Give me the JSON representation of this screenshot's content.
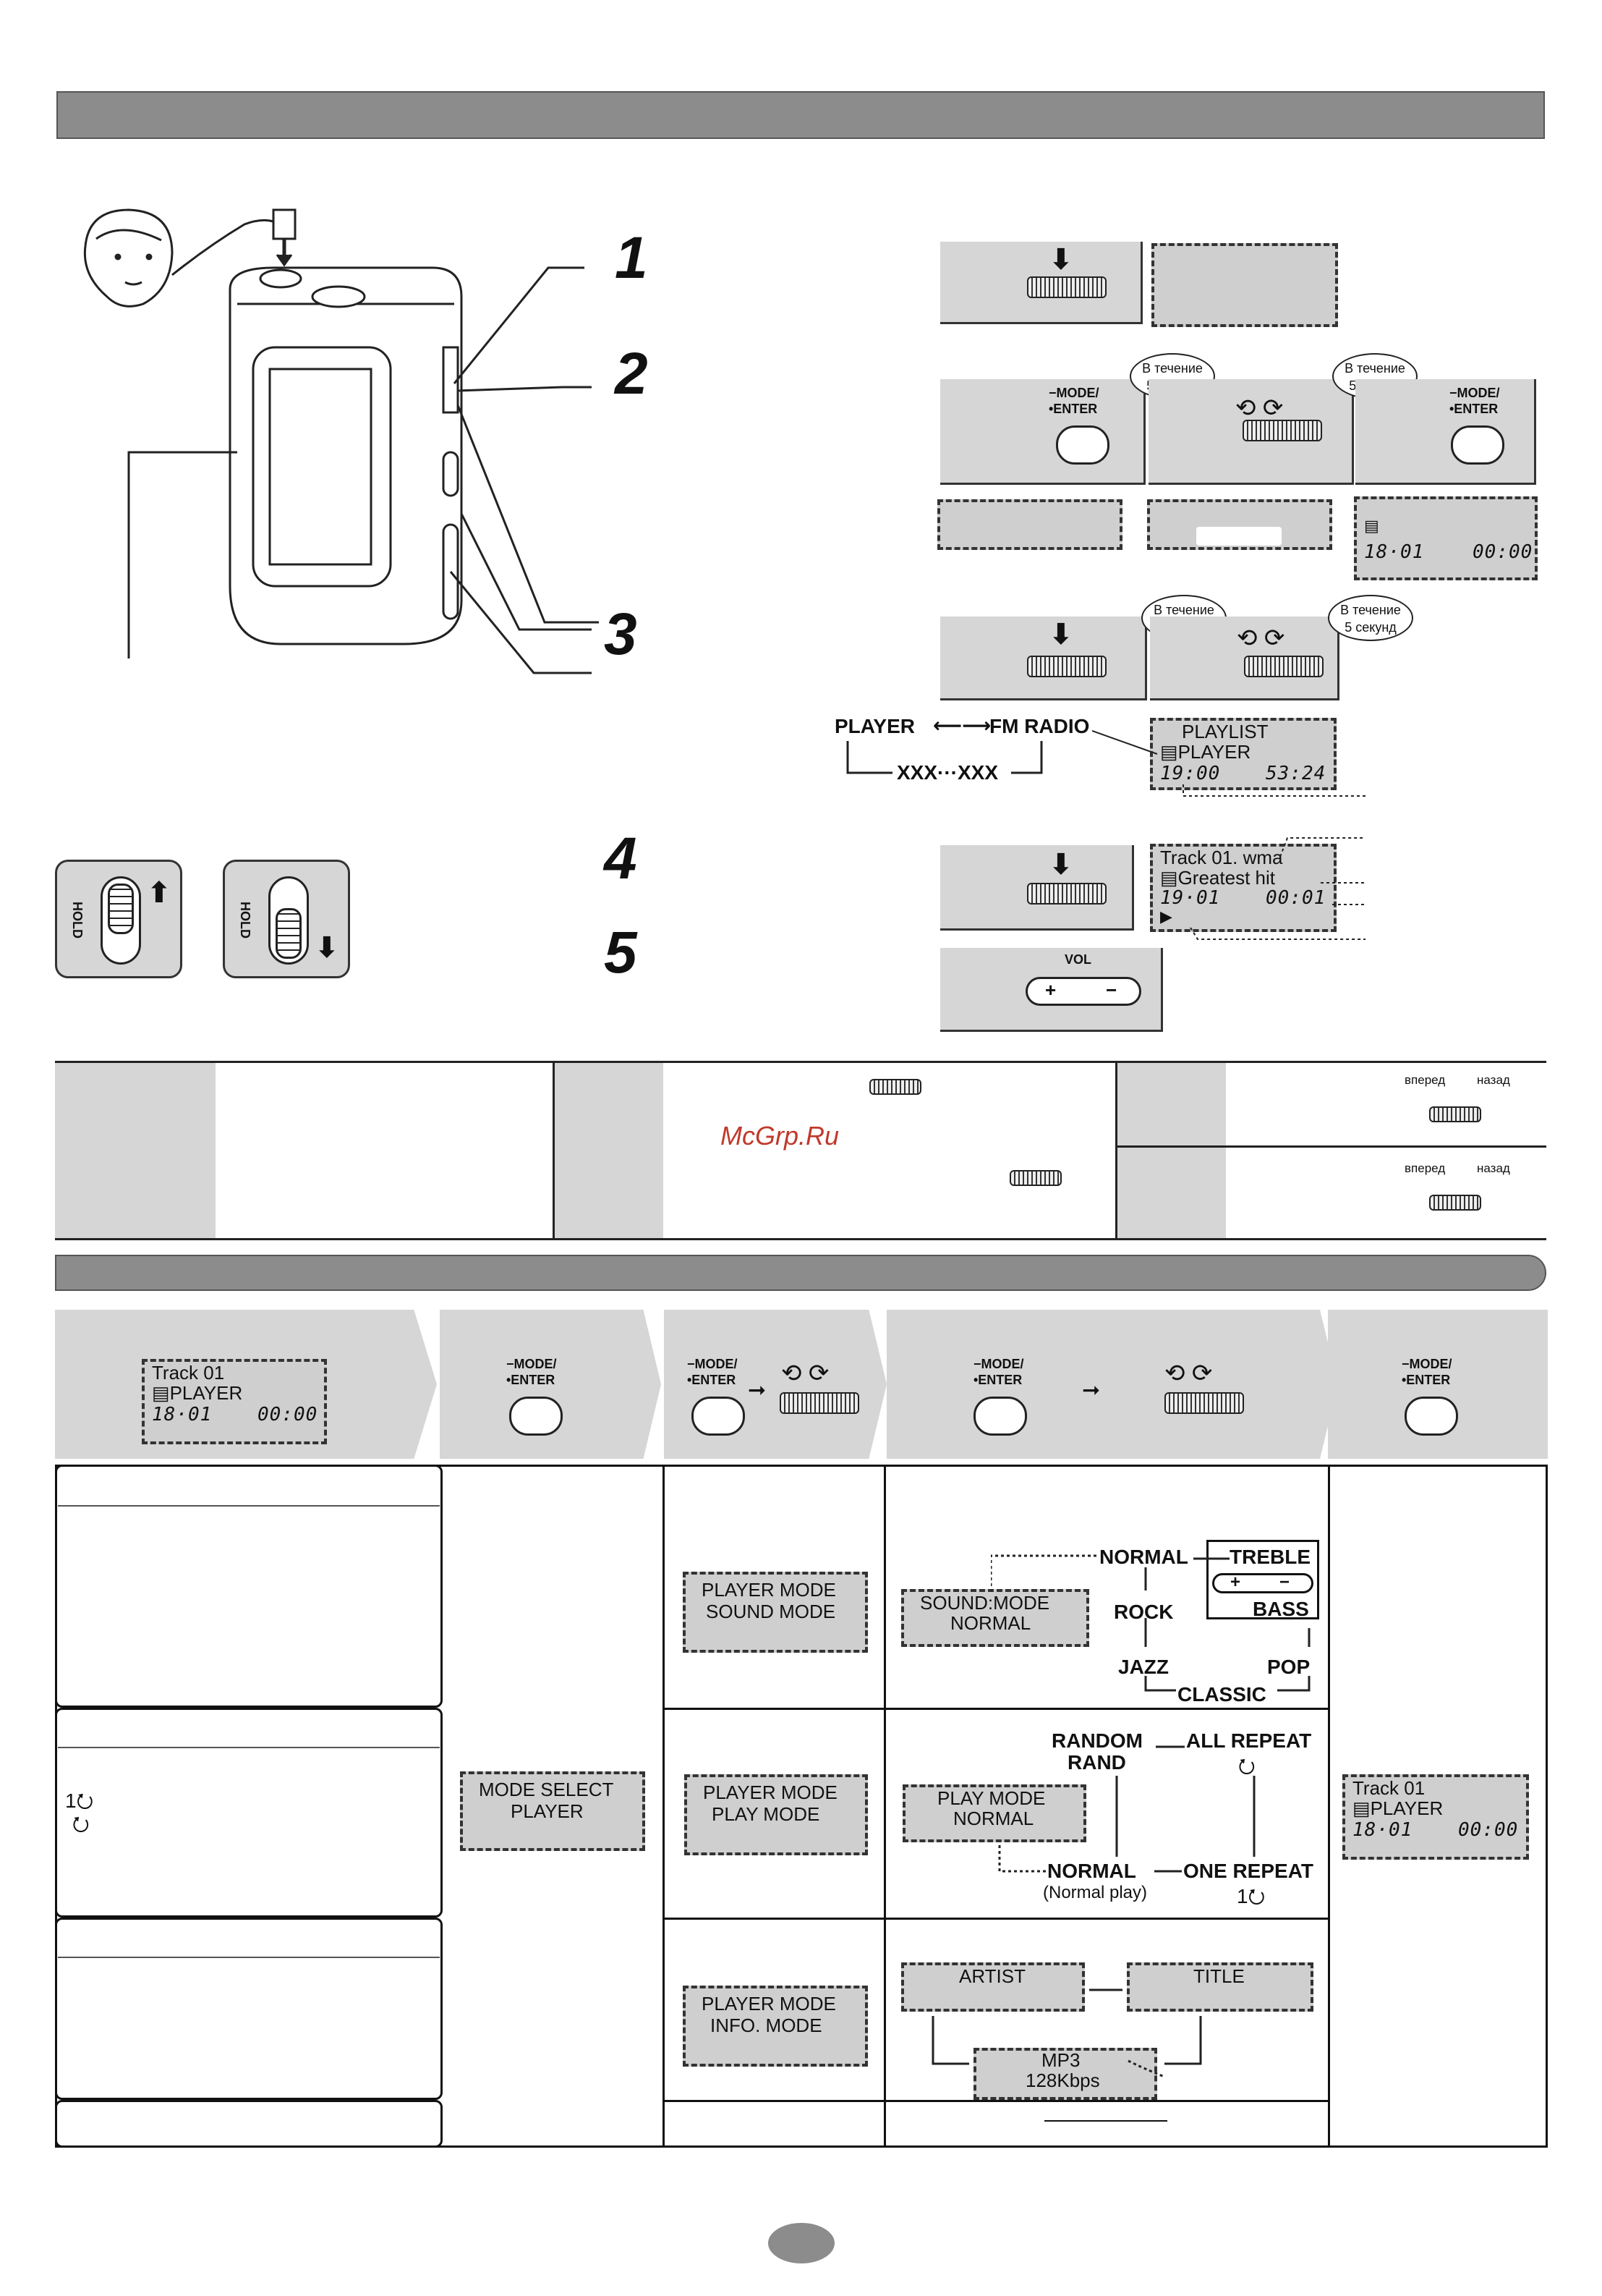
{
  "step_numbers": [
    "1",
    "2",
    "3",
    "4",
    "5"
  ],
  "bubbles": {
    "within_5s": [
      "В течение",
      "5 секунд"
    ]
  },
  "buttons": {
    "mode_enter": [
      "−MODE/",
      "•ENTER"
    ],
    "vol": "VOL",
    "vol_plus": "+",
    "vol_minus": "−"
  },
  "hold_label": "HOLD",
  "mode_cycle": {
    "player": "PLAYER",
    "fm_radio": "FM RADIO",
    "xxx": "XXX···XXX"
  },
  "displays": {
    "step_b3": {
      "time_left": "18·01",
      "time_right": "00:00"
    },
    "playlist": {
      "line1": "PLAYLIST",
      "line2": "PLAYER",
      "time_left": "19:00",
      "time_right": "53:24"
    },
    "track": {
      "line1": "Track 01. wma",
      "line2": "Greatest hit",
      "time_left": "19·01",
      "time_right": "00:01",
      "play": "▶"
    },
    "menu_start": {
      "line1": "Track 01",
      "line2": "PLAYER",
      "time_left": "18·01",
      "time_right": "00:00"
    },
    "mode_select": {
      "line1": "MODE  SELECT",
      "line2": "PLAYER"
    },
    "player_sound": {
      "line1": "PLAYER MODE",
      "line2": "SOUND MODE"
    },
    "player_play": {
      "line1": "PLAYER MODE",
      "line2": "PLAY MODE"
    },
    "player_info": {
      "line1": "PLAYER MODE",
      "line2": "INFO. MODE"
    },
    "sound_mode": {
      "line1": "SOUND:MODE",
      "line2": "NORMAL"
    },
    "play_mode": {
      "line1": "PLAY MODE",
      "line2": "NORMAL"
    },
    "artist": "ARTIST",
    "title": "TITLE",
    "mp3": {
      "line1": "MP3",
      "line2": "128Kbps"
    },
    "menu_end": {
      "line1": "Track 01",
      "line2": "PLAYER",
      "time_left": "18·01",
      "time_right": "00:00"
    }
  },
  "table_labels": {
    "forward": "вперед",
    "back": "назад",
    "watermark": "McGrp.Ru"
  },
  "sound_modes": {
    "normal": "NORMAL",
    "treble": "TREBLE",
    "bass": "BASS",
    "rock": "ROCK",
    "jazz": "JAZZ",
    "pop": "POP",
    "classic": "CLASSIC",
    "plus": "+",
    "minus": "−"
  },
  "play_modes": {
    "random": "RANDOM",
    "rand": "RAND",
    "all_repeat": "ALL REPEAT",
    "normal": "NORMAL",
    "normal_play": "(Normal play)",
    "one_repeat": "ONE REPEAT",
    "one_repeat_symbol": "1⭮",
    "repeat_symbol": "⭮",
    "left_sym_one": "1⭮",
    "left_sym_all": "⭮"
  }
}
